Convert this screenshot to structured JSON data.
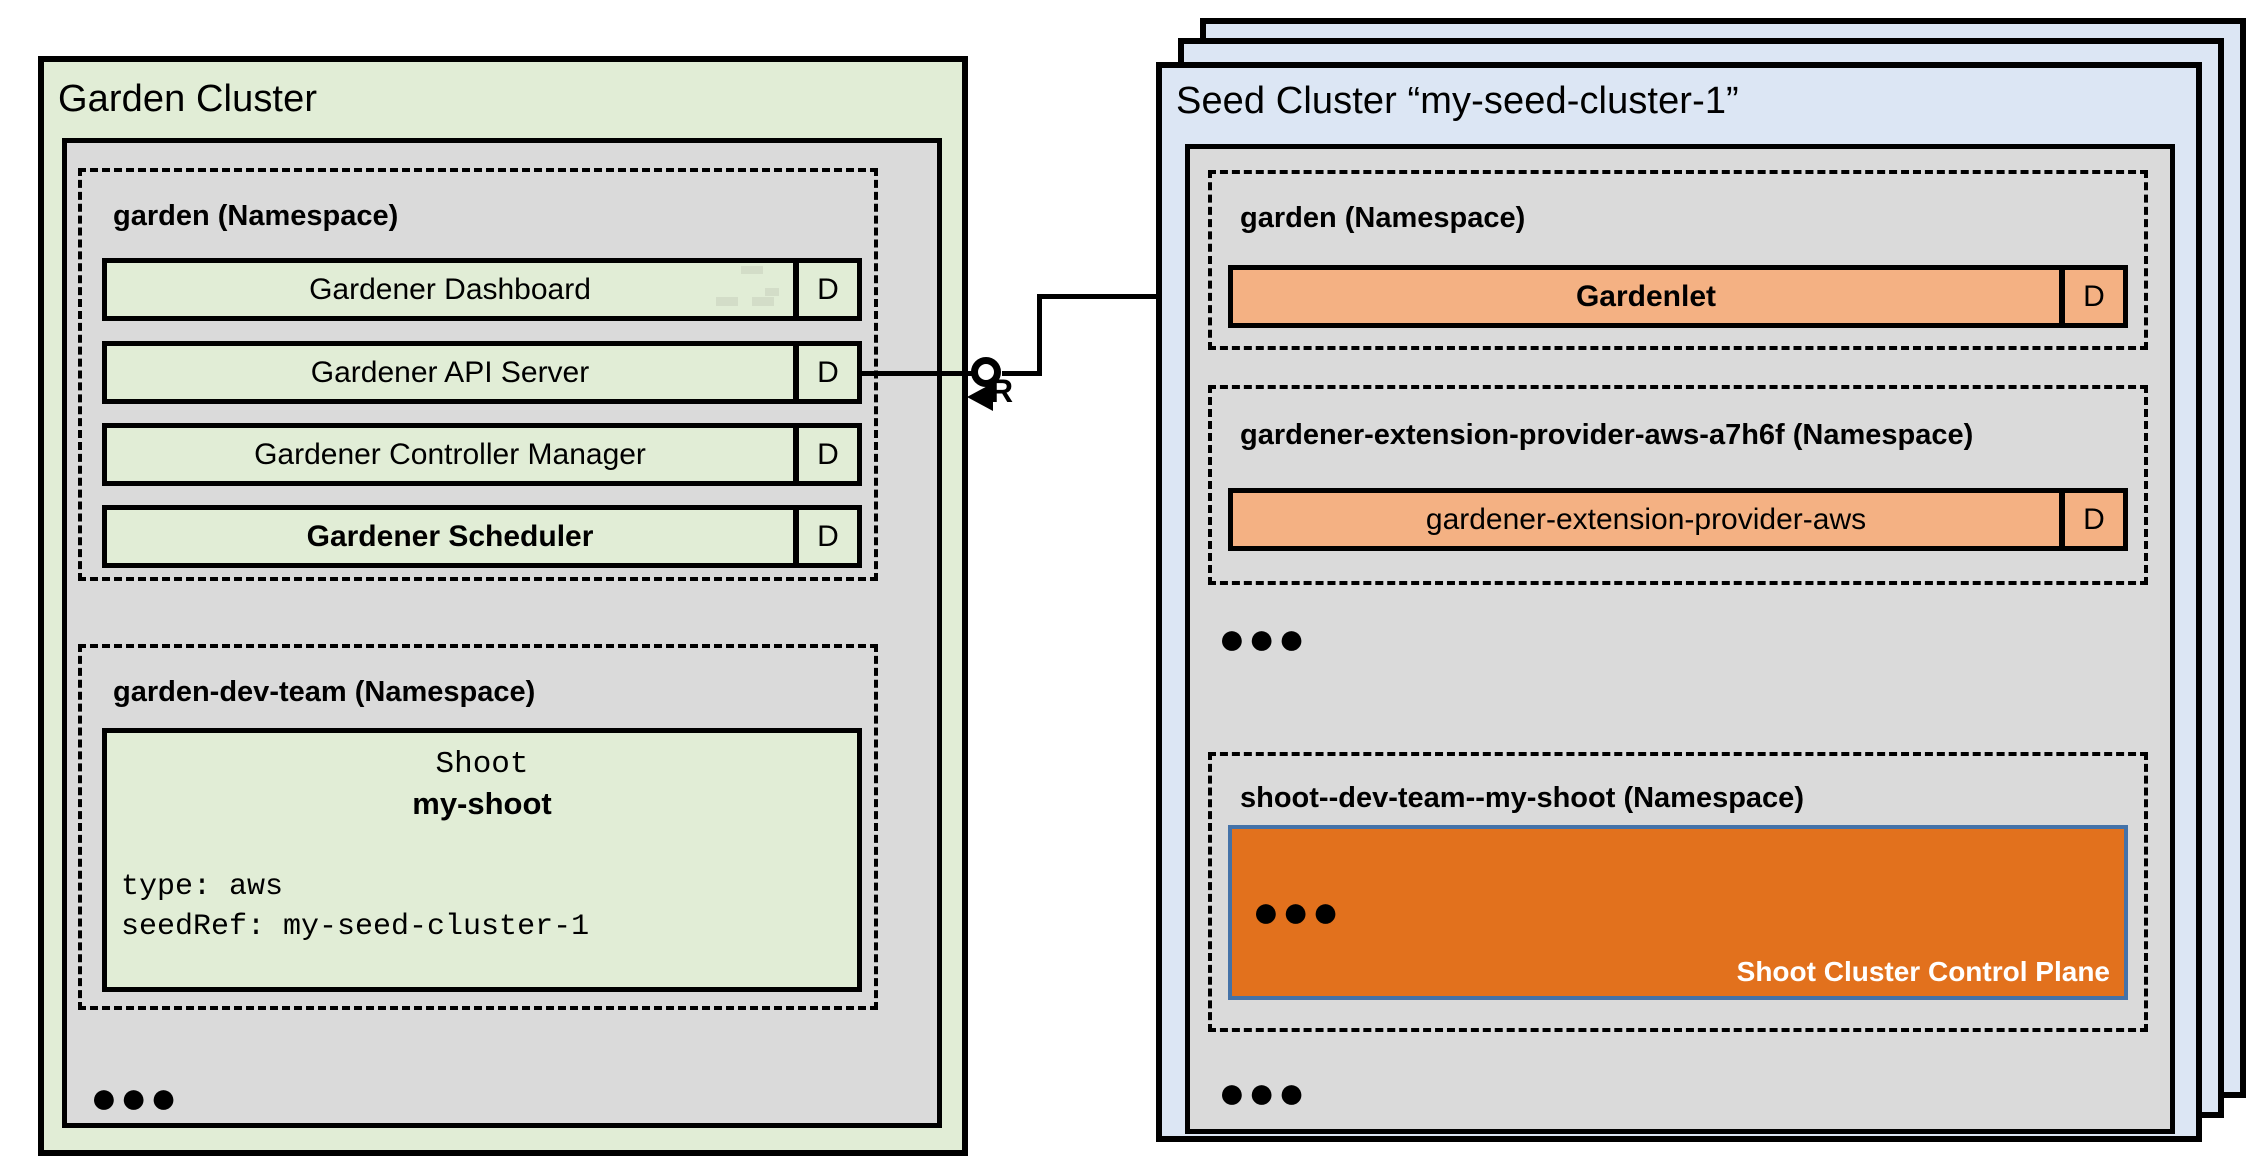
{
  "diagram": {
    "title": "Gardener Architecture: Garden Cluster and Seed Cluster",
    "colors": {
      "garden_cluster_fill": "#e1edd6",
      "seed_cluster_fill": "#dce6f4",
      "node_fill": "#dadada",
      "workload_green": "#e1edd6",
      "workload_orange": "#f4b183",
      "control_plane_fill": "#e2711d",
      "control_plane_border": "#4472a8",
      "stroke": "#000000"
    }
  },
  "garden_cluster": {
    "title": "Garden Cluster",
    "namespaces": [
      {
        "name": "garden (Namespace)",
        "workloads": [
          {
            "label": "Gardener Dashboard",
            "kind": "D",
            "bold": false
          },
          {
            "label": "Gardener API Server",
            "kind": "D",
            "bold": false
          },
          {
            "label": "Gardener Controller Manager",
            "kind": "D",
            "bold": false
          },
          {
            "label": "Gardener Scheduler",
            "kind": "D",
            "bold": true
          }
        ]
      },
      {
        "name": "garden-dev-team (Namespace)",
        "resource": {
          "kind": "Shoot",
          "name": "my-shoot",
          "spec_lines": [
            "type: aws",
            "seedRef: my-seed-cluster-1"
          ]
        }
      }
    ],
    "more_indicator": "●●●"
  },
  "seed_cluster": {
    "title": "Seed Cluster “my-seed-cluster-1”",
    "namespaces": [
      {
        "name": "garden (Namespace)",
        "workloads": [
          {
            "label": "Gardenlet",
            "kind": "D",
            "bold": true
          }
        ]
      },
      {
        "name": "gardener-extension-provider-aws-a7h6f (Namespace)",
        "workloads": [
          {
            "label": "gardener-extension-provider-aws",
            "kind": "D",
            "bold": false
          }
        ]
      },
      {
        "name": "shoot--dev-team--my-shoot (Namespace)",
        "control_plane": {
          "label": "Shoot Cluster Control Plane",
          "more_indicator": "●●●"
        }
      }
    ],
    "more_indicator_between_namespaces": "●●●",
    "more_indicator_bottom": "●●●"
  },
  "connector": {
    "from": "Gardener API Server",
    "to": "Gardenlet",
    "request_label": "R",
    "socket_icon": "interface-socket-icon",
    "arrow_icon": "arrow-left-icon"
  }
}
